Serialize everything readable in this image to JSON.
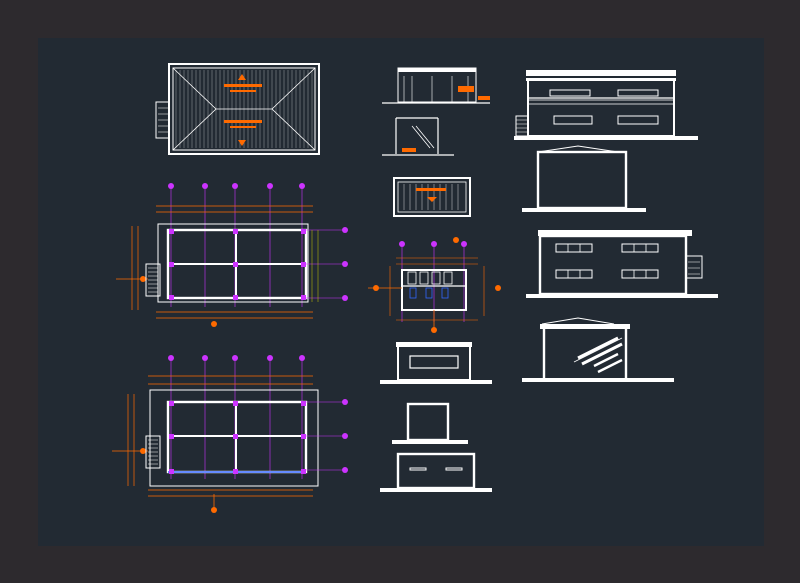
{
  "app": {
    "title": ""
  },
  "colors": {
    "frame": "#2d2a2e",
    "model_space": "#222a33",
    "line_white": "#ffffff",
    "line_orange": "#ff6a00",
    "line_magenta": "#cc33ff",
    "line_yellow": "#c8c800",
    "line_blue": "#3366ff"
  },
  "drawings": [
    {
      "name": "roof-plan"
    },
    {
      "name": "upper-floor-plan"
    },
    {
      "name": "ground-floor-plan"
    },
    {
      "name": "front-elevation-small"
    },
    {
      "name": "section-small"
    },
    {
      "name": "small-roof-plan"
    },
    {
      "name": "toilet-block-plan"
    },
    {
      "name": "end-elevation-1"
    },
    {
      "name": "end-elevation-2"
    },
    {
      "name": "end-elevation-3"
    },
    {
      "name": "main-elevation"
    },
    {
      "name": "side-elevation-blank"
    },
    {
      "name": "rear-elevation"
    },
    {
      "name": "stair-section"
    }
  ]
}
